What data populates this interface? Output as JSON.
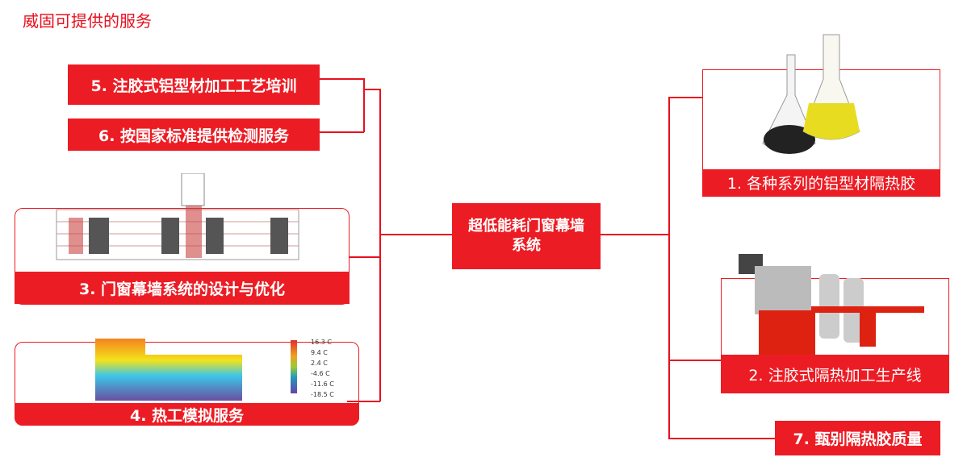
{
  "title": "威固可提供的服务",
  "center": "超低能耗门窗幕墙系统",
  "services": {
    "s1": "1. 各种系列的铝型材隔热胶",
    "s2": "2. 注胶式隔热加工生产线",
    "s3": "3. 门窗幕墙系统的设计与优化",
    "s4": "4. 热工模拟服务",
    "s5": "5. 注胶式铝型材加工工艺培训",
    "s6": "6. 按国家标准提供检测服务",
    "s7": "7. 甄别隔热胶质量"
  },
  "legend": [
    "16.3 C",
    "9.4 C",
    "2.4 C",
    "-4.6 C",
    "-11.6 C",
    "-18.5 C"
  ]
}
